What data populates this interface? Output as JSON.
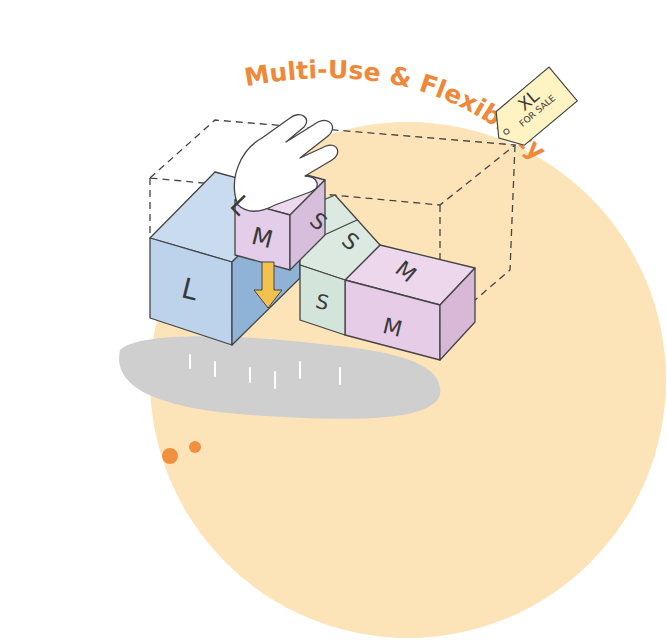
{
  "diagram": {
    "title": "Multi-Use & Flexibility",
    "nodes": [
      {
        "text": [
          "XL",
          "FOR SALE"
        ]
      }
    ],
    "labels": [
      "L",
      "L",
      "M",
      "S",
      "S",
      "M",
      "S",
      "M"
    ]
  }
}
